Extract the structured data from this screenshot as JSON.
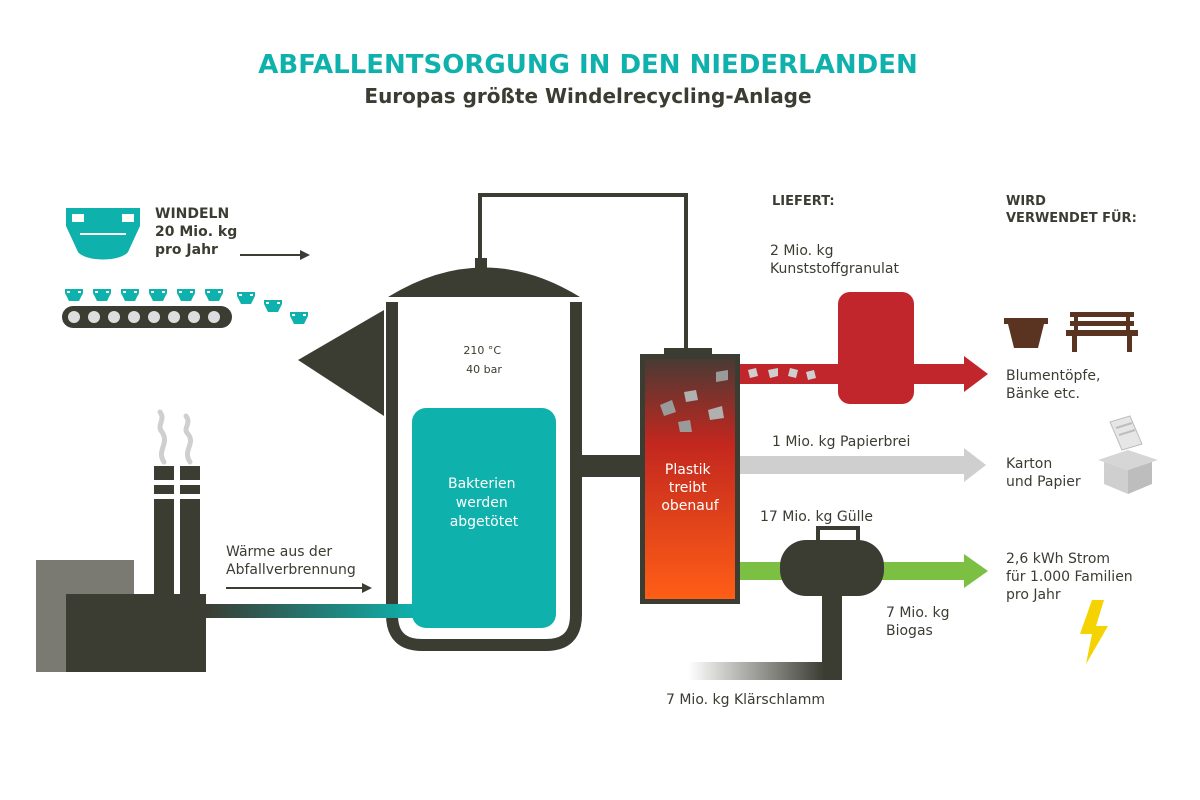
{
  "title": "ABFALLENTSORGUNG IN DEN NIEDERLANDEN",
  "subtitle": "Europas größte Windelrecycling-Anlage",
  "colors": {
    "teal": "#0fb1ad",
    "dark": "#3b3d33",
    "red": "#c0262c",
    "grey": "#cfcfcf",
    "green": "#7bc043",
    "brown": "#5a3420",
    "yellow": "#f5d300",
    "lava_top": "#4a3a34",
    "lava_bottom": "#ff5a1a"
  },
  "input": {
    "line1": "WINDELN",
    "line2": "20 Mio. kg",
    "line3": "pro Jahr"
  },
  "heat": {
    "line1": "Wärme aus der",
    "line2": "Abfallverbrennung"
  },
  "reactor": {
    "temp": "210 °C",
    "pressure": "40 bar",
    "line1": "Bakterien",
    "line2": "werden",
    "line3": "abgetötet"
  },
  "separator": {
    "line1": "Plastik",
    "line2": "treibt",
    "line3": "obenauf"
  },
  "headers": {
    "liefert": "LIEFERT:",
    "wird1": "WIRD",
    "wird2": "VERWENDET FÜR:"
  },
  "outputs": {
    "plastic1": "2 Mio. kg",
    "plastic2": "Kunststoffgranulat",
    "paper": "1 Mio. kg Papierbrei",
    "manure": "17 Mio. kg Gülle",
    "biogas1": "7 Mio. kg",
    "biogas2": "Biogas",
    "sludge": "7 Mio. kg Klärschlamm"
  },
  "uses": {
    "plastic1": "Blumentöpfe,",
    "plastic2": "Bänke etc.",
    "paper1": "Karton",
    "paper2": "und Papier",
    "power1": "2,6 kWh Strom",
    "power2": "für 1.000 Familien",
    "power3": "pro Jahr"
  },
  "icons": [
    "diaper-icon",
    "flower-pot-icon",
    "bench-icon",
    "box-icon",
    "lightning-icon",
    "factory-icon"
  ]
}
